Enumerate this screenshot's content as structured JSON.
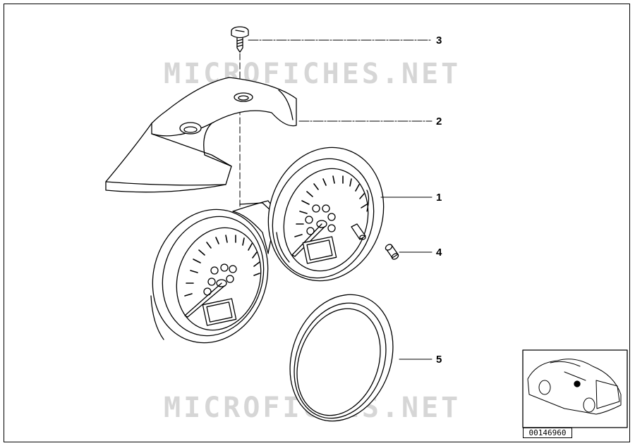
{
  "watermark": {
    "text_top": "MICROFICHES.NET",
    "text_bottom": "MICROFICHES.NET"
  },
  "callouts": [
    {
      "id": "1",
      "label": "1"
    },
    {
      "id": "2",
      "label": "2"
    },
    {
      "id": "3",
      "label": "3"
    },
    {
      "id": "4",
      "label": "4"
    },
    {
      "id": "5",
      "label": "5"
    }
  ],
  "thumbnail": {
    "part_number": "00146960"
  },
  "colors": {
    "line": "#000000",
    "watermark": "#d6d6d6",
    "background": "#ffffff"
  }
}
